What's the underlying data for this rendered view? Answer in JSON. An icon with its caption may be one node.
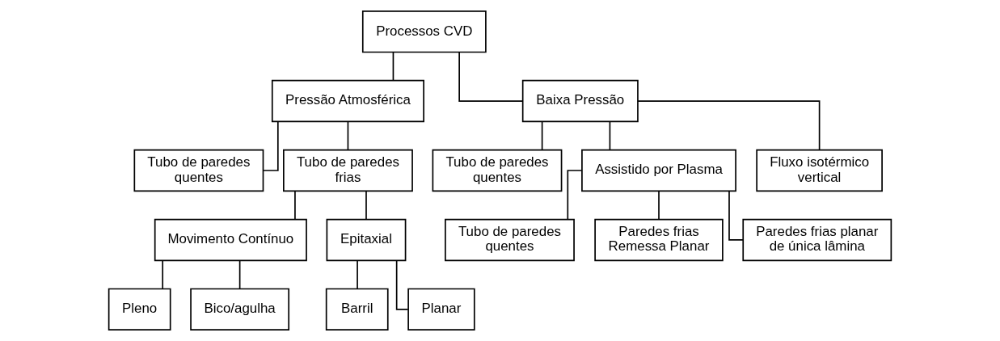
{
  "diagram": {
    "nodes": [
      {
        "text": [
          "Processos CVD"
        ]
      },
      {
        "text": [
          "Pressão Atmosférica"
        ]
      },
      {
        "text": [
          "Baixa Pressão"
        ]
      },
      {
        "text": [
          "Tubo de paredes quentes"
        ]
      },
      {
        "text": [
          "Tubo de paredes frias"
        ]
      },
      {
        "text": [
          "Movimento Contínuo"
        ]
      },
      {
        "text": [
          "Epitaxial"
        ]
      },
      {
        "text": [
          "Pleno"
        ]
      },
      {
        "text": [
          "Bico/agulha"
        ]
      },
      {
        "text": [
          "Barril"
        ]
      },
      {
        "text": [
          "Planar"
        ]
      },
      {
        "text": [
          "Tubo de paredes quentes"
        ]
      },
      {
        "text": [
          "Assistido por Plasma"
        ]
      },
      {
        "text": [
          "Fluxo isotérmico vertical"
        ]
      },
      {
        "text": [
          "Tubo de paredes quentes"
        ]
      },
      {
        "text": [
          "Paredes frias Remessa Planar"
        ]
      },
      {
        "text": [
          "Paredes frias planar de única lâmina"
        ]
      }
    ],
    "edges": [
      {
        "from": 0,
        "to": 1,
        "arrow": "none"
      },
      {
        "from": 0,
        "to": 2,
        "arrow": "none"
      },
      {
        "from": 1,
        "to": 3,
        "arrow": "none"
      },
      {
        "from": 1,
        "to": 4,
        "arrow": "none"
      },
      {
        "from": 4,
        "to": 5,
        "arrow": "none"
      },
      {
        "from": 4,
        "to": 6,
        "arrow": "none"
      },
      {
        "from": 5,
        "to": 7,
        "arrow": "none"
      },
      {
        "from": 5,
        "to": 8,
        "arrow": "none"
      },
      {
        "from": 6,
        "to": 9,
        "arrow": "none"
      },
      {
        "from": 6,
        "to": 10,
        "arrow": "none"
      },
      {
        "from": 2,
        "to": 11,
        "arrow": "none"
      },
      {
        "from": 2,
        "to": 12,
        "arrow": "none"
      },
      {
        "from": 2,
        "to": 13,
        "arrow": "none"
      },
      {
        "from": 12,
        "to": 14,
        "arrow": "none"
      },
      {
        "from": 12,
        "to": 15,
        "arrow": "none"
      },
      {
        "from": 12,
        "to": 16,
        "arrow": "none"
      }
    ]
  }
}
